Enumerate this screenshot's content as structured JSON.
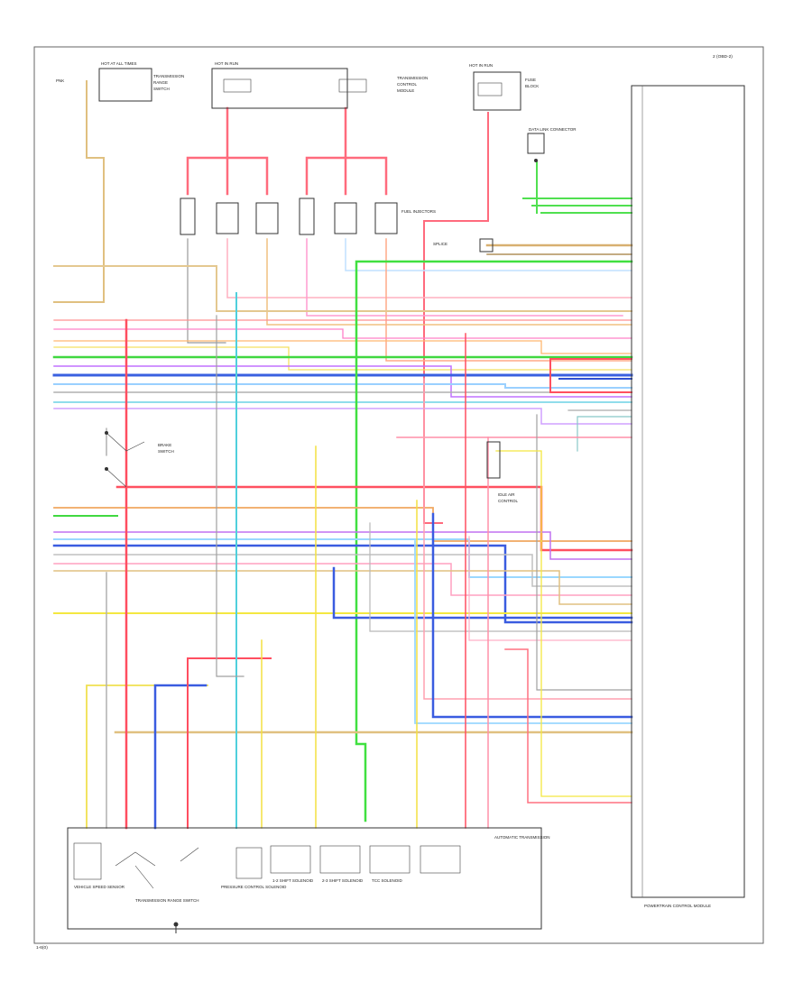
{
  "labels": {
    "page_code": "2 (OBD-2)",
    "footer_code": "1-6(0)",
    "pcm": "POWERTRAIN CONTROL MODULE",
    "transmission": "AUTOMATIC TRANSMISSION",
    "vss": "VEHICLE SPEED SENSOR",
    "trs": "TRANSMISSION RANGE SWITCH",
    "pcs": "PRESSURE CONTROL SOLENOID",
    "ss1": "1-2 SHIFT SOLENOID",
    "ss2": "2-3 SHIFT SOLENOID",
    "tcc": "TCC SOLENOID",
    "fuse_block": "HOT AT ALL TIMES",
    "ignition": "HOT IN RUN",
    "injectors": "FUEL INJECTORS",
    "data_link": "DATA LINK CONNECTOR"
  },
  "colors": {
    "red": "#ff4d5e",
    "pink": "#ff8fa3",
    "orange": "#f6a94a",
    "tan": "#d9b070",
    "yellow": "#f2ea3a",
    "green": "#4cd94c",
    "blue": "#3a5be0",
    "light_blue": "#8fd3ff",
    "cyan": "#4ad0d8",
    "violet": "#c46cf0",
    "magenta": "#ff7ad9",
    "gray": "#a8a8a8",
    "brown": "#b8884a"
  }
}
